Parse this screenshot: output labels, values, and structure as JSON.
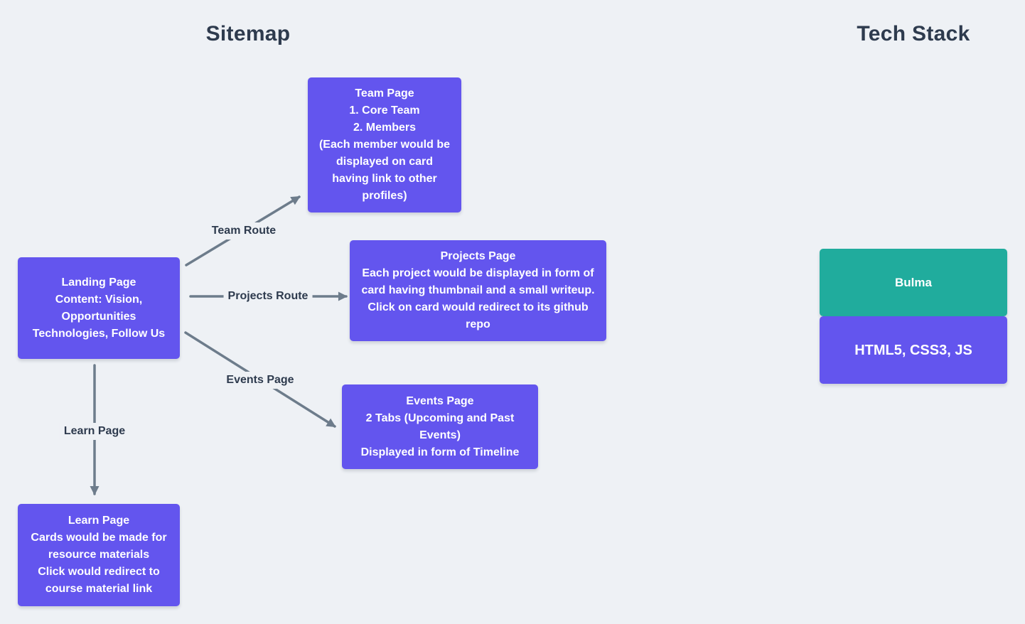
{
  "titles": {
    "sitemap": "Sitemap",
    "tech_stack": "Tech Stack"
  },
  "colors": {
    "background": "#eef1f5",
    "node_purple": "#6355ee",
    "node_teal": "#20ac9d",
    "node_text": "#ffffff",
    "arrow": "#6d7c8b",
    "heading_text": "#2e3b4e"
  },
  "sitemap": {
    "nodes": {
      "landing": {
        "text": "Landing Page\nContent: Vision,\nOpportunities\nTechnologies, Follow Us"
      },
      "team": {
        "text": "Team Page\n1. Core Team\n2. Members\n(Each member would be\ndisplayed on card\nhaving link to other\nprofiles)"
      },
      "projects": {
        "text": "Projects Page\nEach project would be displayed in form of\ncard having thumbnail and a small writeup.\nClick on card would redirect to its github\nrepo"
      },
      "events": {
        "text": "Events Page\n2 Tabs (Upcoming and Past\nEvents)\nDisplayed in form of Timeline"
      },
      "learn": {
        "text": "Learn Page\nCards would be made for\nresource materials\nClick would redirect to\ncourse material link"
      }
    },
    "edges": [
      {
        "label": "Team Route",
        "from": "landing",
        "to": "team"
      },
      {
        "label": "Projects Route",
        "from": "landing",
        "to": "projects"
      },
      {
        "label": "Events Page",
        "from": "landing",
        "to": "events"
      },
      {
        "label": "Learn Page",
        "from": "landing",
        "to": "learn"
      }
    ]
  },
  "tech_stack": {
    "items": [
      {
        "label": "Bulma",
        "color": "#20ac9d"
      },
      {
        "label": "HTML5, CSS3, JS",
        "color": "#6355ee"
      }
    ]
  }
}
